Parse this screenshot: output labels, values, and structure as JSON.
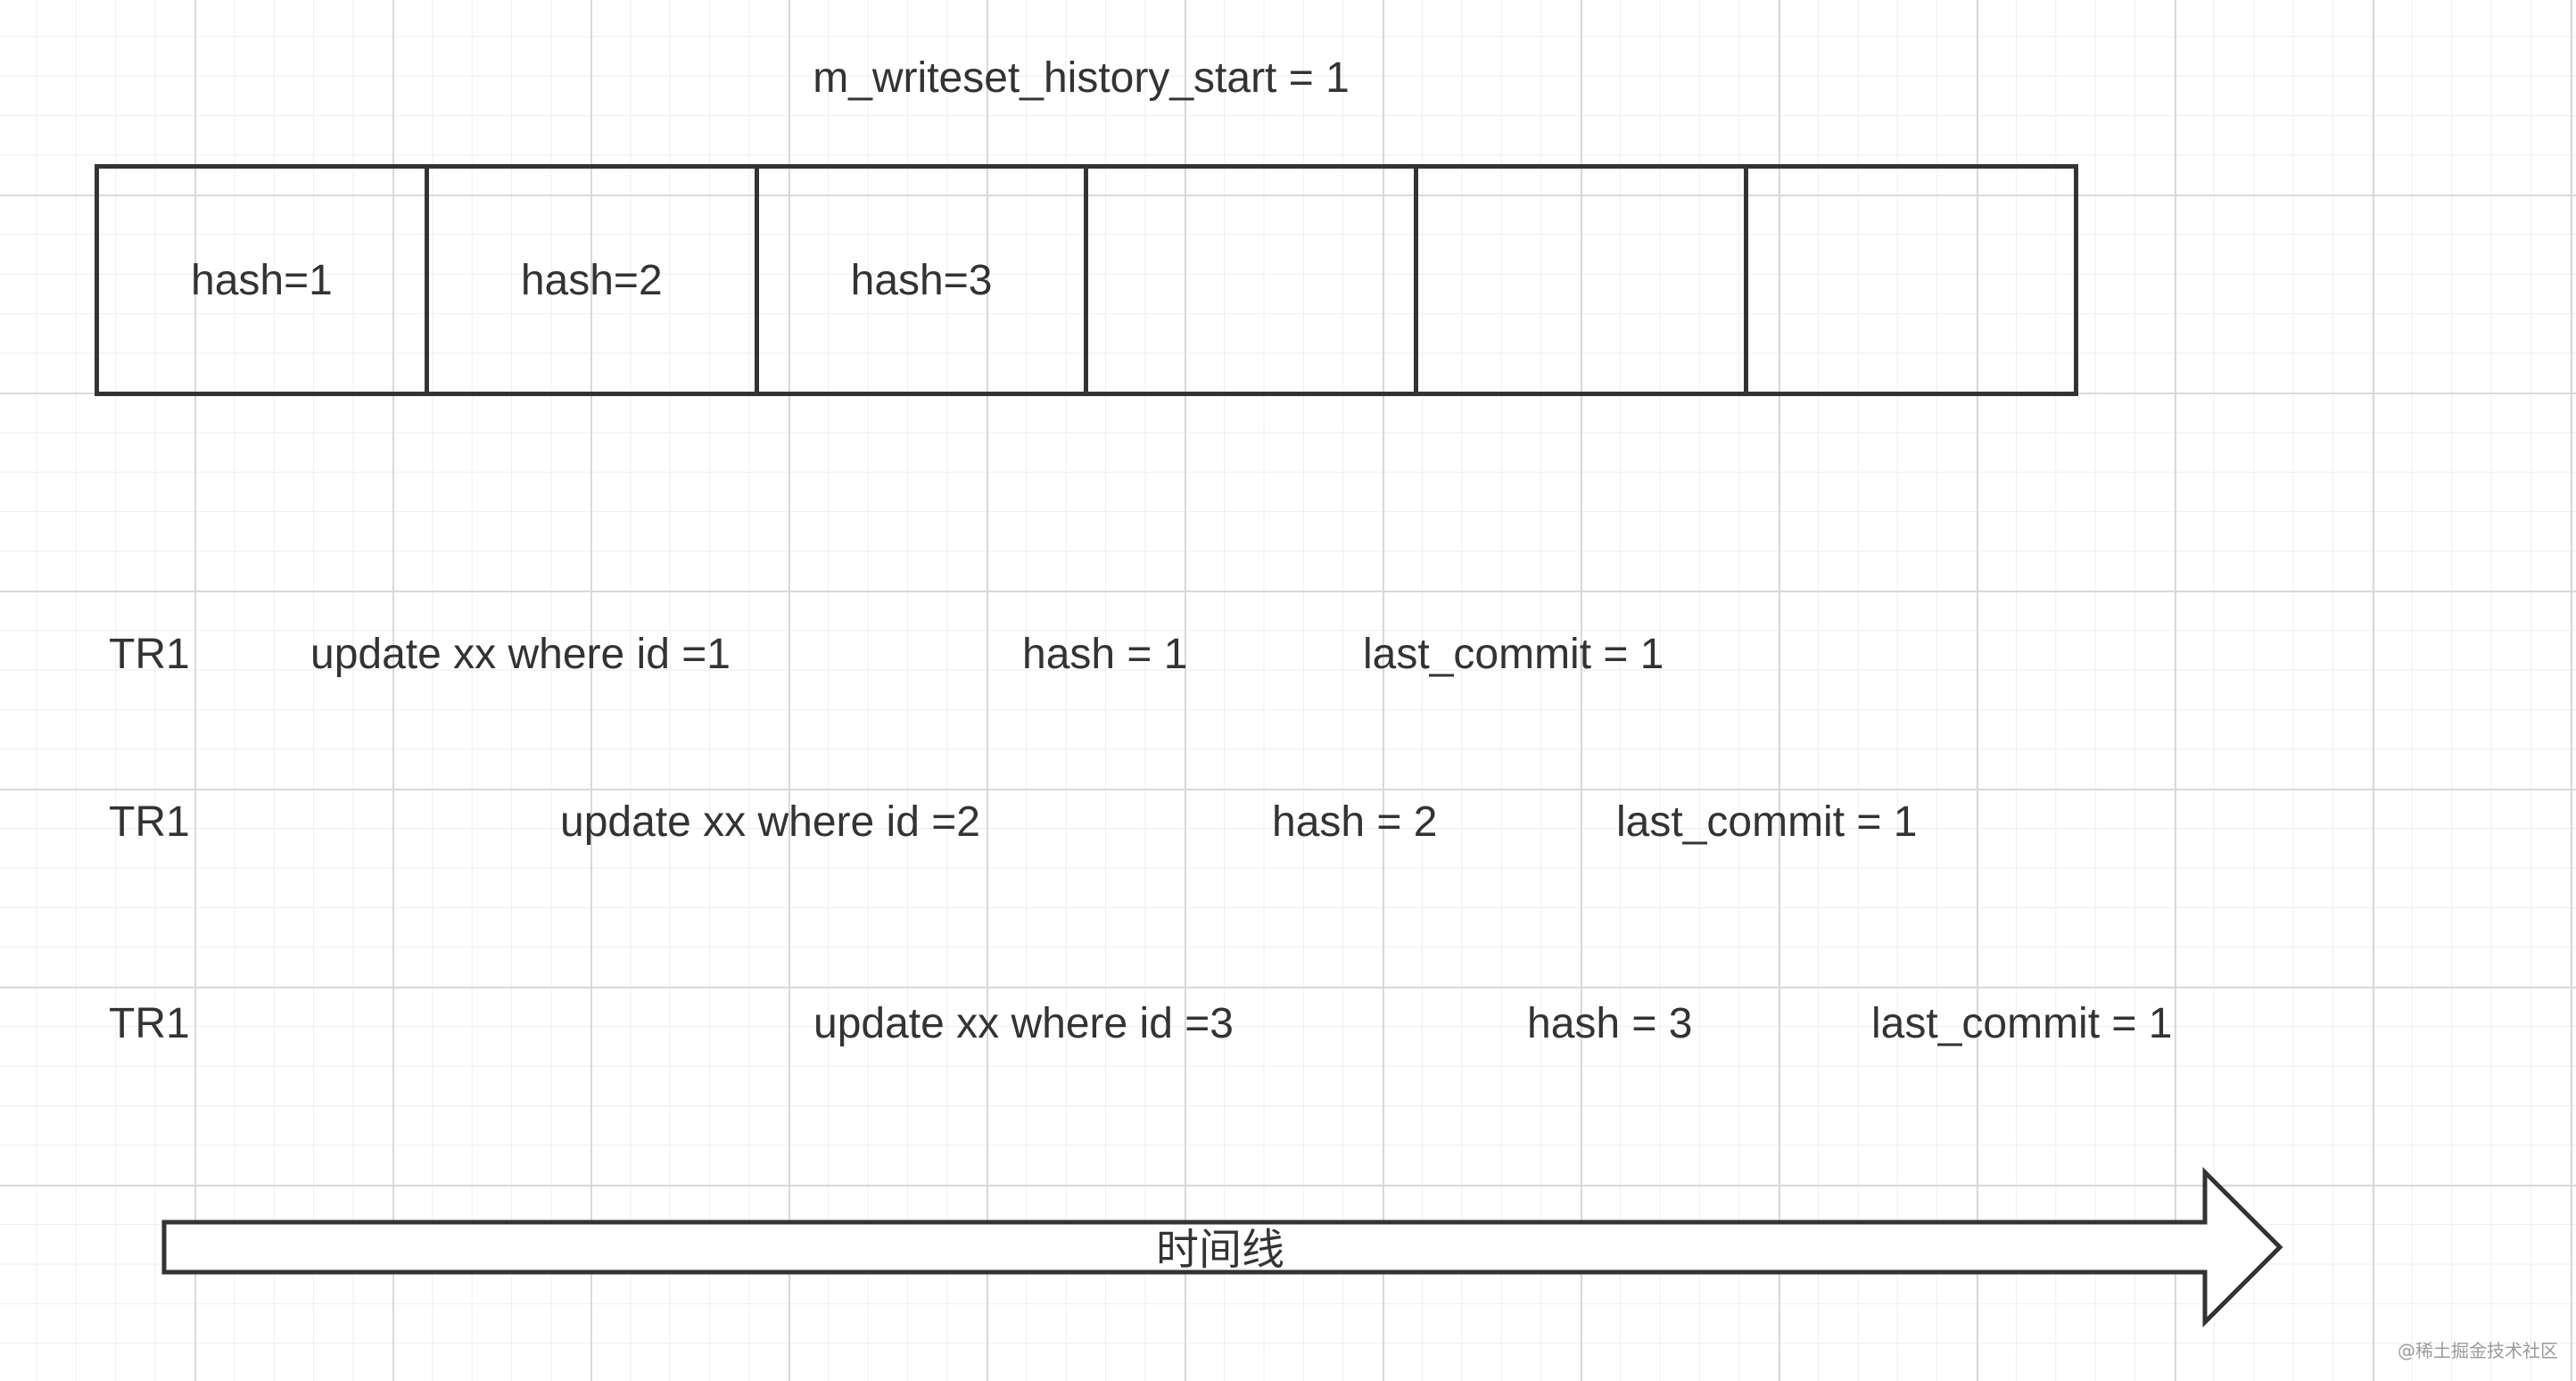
{
  "header": {
    "title": "m_writeset_history_start = 1"
  },
  "buffer": {
    "cells": [
      "hash=1",
      "hash=2",
      "hash=3",
      "",
      "",
      ""
    ]
  },
  "transactions": [
    {
      "name": "TR1",
      "statement": "update xx where id =1",
      "hash": "hash = 1",
      "last_commit": "last_commit = 1"
    },
    {
      "name": "TR1",
      "statement": "update xx where id =2",
      "hash": "hash = 2",
      "last_commit": "last_commit = 1"
    },
    {
      "name": "TR1",
      "statement": "update xx where id =3",
      "hash": "hash = 3",
      "last_commit": "last_commit = 1"
    }
  ],
  "timeline": {
    "label": "时间线"
  },
  "watermark": {
    "text": "@稀土掘金技术社区"
  },
  "colors": {
    "stroke": "#333333",
    "grid_major": "#d9d9d9",
    "grid_minor": "#efefef",
    "background": "#ffffff"
  }
}
